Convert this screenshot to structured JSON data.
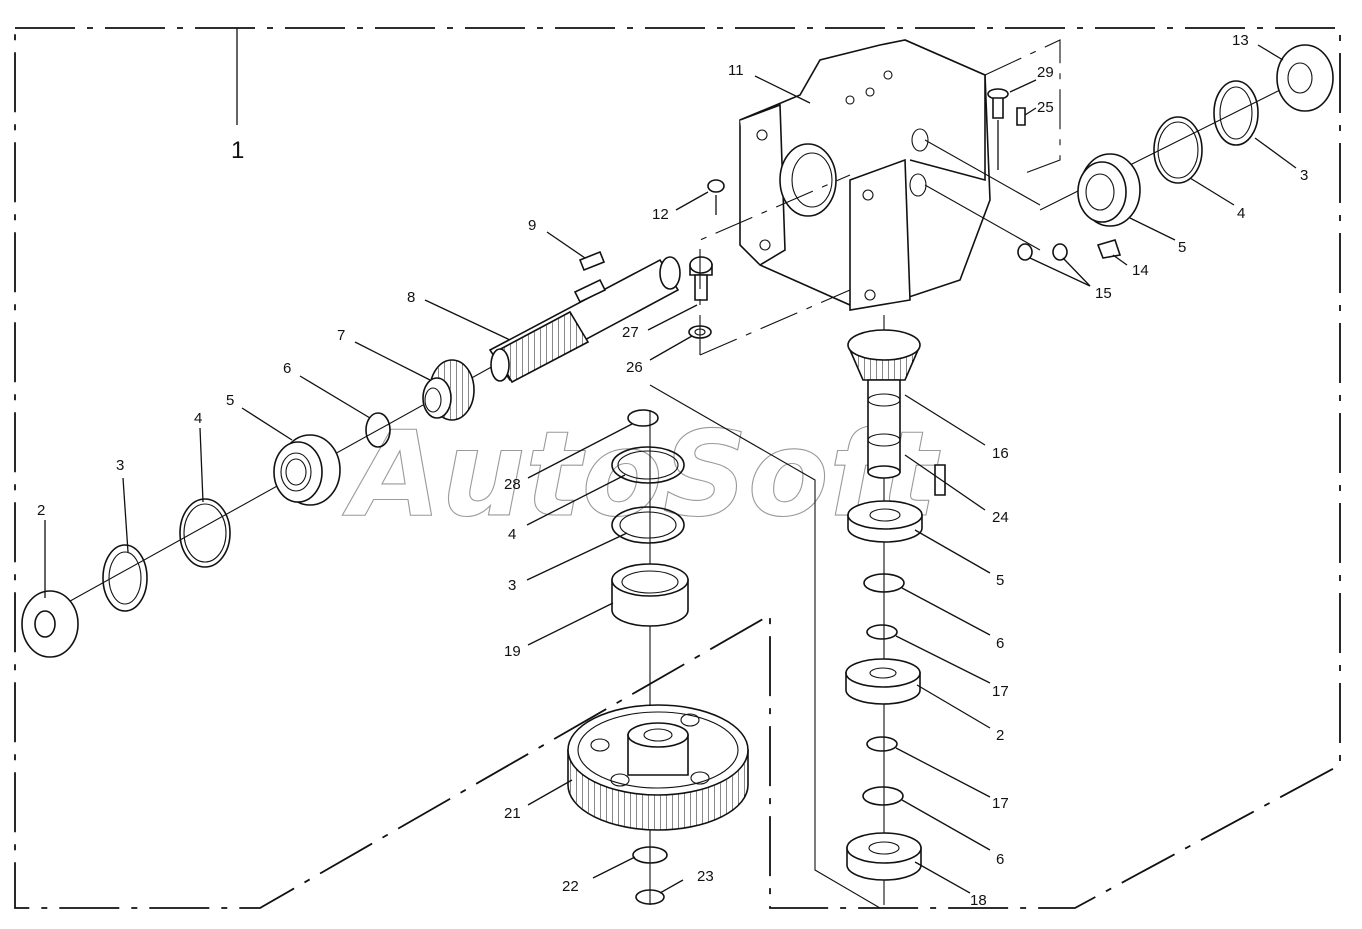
{
  "diagram": {
    "assembly_label": "1",
    "watermark": "AutoSoft",
    "parts": [
      {
        "id": "p2a",
        "text": "2",
        "name": "washer"
      },
      {
        "id": "p3a",
        "text": "3",
        "name": "circlip"
      },
      {
        "id": "p4a",
        "text": "4",
        "name": "shim-ring"
      },
      {
        "id": "p5a",
        "text": "5",
        "name": "bearing"
      },
      {
        "id": "p6a",
        "text": "6",
        "name": "snap-ring"
      },
      {
        "id": "p7",
        "text": "7",
        "name": "bevel-pinion"
      },
      {
        "id": "p8",
        "text": "8",
        "name": "input-shaft"
      },
      {
        "id": "p9",
        "text": "9",
        "name": "key"
      },
      {
        "id": "p11",
        "text": "11",
        "name": "gear-housing"
      },
      {
        "id": "p12",
        "text": "12",
        "name": "plug"
      },
      {
        "id": "p13",
        "text": "13",
        "name": "seal"
      },
      {
        "id": "p3b",
        "text": "3",
        "name": "circlip"
      },
      {
        "id": "p4b",
        "text": "4",
        "name": "shim-ring"
      },
      {
        "id": "p5b",
        "text": "5",
        "name": "bearing"
      },
      {
        "id": "p14",
        "text": "14",
        "name": "grease-nipple"
      },
      {
        "id": "p15",
        "text": "15",
        "name": "bushing"
      },
      {
        "id": "p25",
        "text": "25",
        "name": "pin"
      },
      {
        "id": "p29",
        "text": "29",
        "name": "screw"
      },
      {
        "id": "p27",
        "text": "27",
        "name": "bolt"
      },
      {
        "id": "p26",
        "text": "26",
        "name": "lock-washer"
      },
      {
        "id": "p28",
        "text": "28",
        "name": "snap-ring"
      },
      {
        "id": "p4c",
        "text": "4",
        "name": "shim-ring"
      },
      {
        "id": "p3c",
        "text": "3",
        "name": "circlip"
      },
      {
        "id": "p19",
        "text": "19",
        "name": "bushing"
      },
      {
        "id": "p21",
        "text": "21",
        "name": "spur-gear"
      },
      {
        "id": "p22",
        "text": "22",
        "name": "snap-ring"
      },
      {
        "id": "p23",
        "text": "23",
        "name": "circlip"
      },
      {
        "id": "p16",
        "text": "16",
        "name": "bevel-gear-shaft"
      },
      {
        "id": "p24",
        "text": "24",
        "name": "key"
      },
      {
        "id": "p5c",
        "text": "5",
        "name": "bearing"
      },
      {
        "id": "p6b",
        "text": "6",
        "name": "snap-ring"
      },
      {
        "id": "p17a",
        "text": "17",
        "name": "shim"
      },
      {
        "id": "p2b",
        "text": "2",
        "name": "spacer"
      },
      {
        "id": "p17b",
        "text": "17",
        "name": "shim"
      },
      {
        "id": "p6c",
        "text": "6",
        "name": "snap-ring"
      },
      {
        "id": "p18",
        "text": "18",
        "name": "bearing"
      }
    ]
  }
}
